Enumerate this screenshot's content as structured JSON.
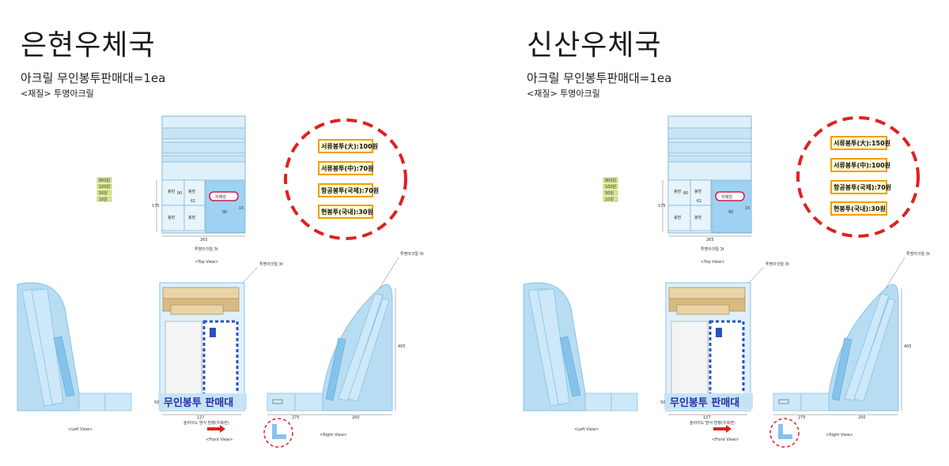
{
  "panels": [
    {
      "title": "은현우체국",
      "subtitle": "아크릴 무인봉투판매대=1ea",
      "material": "<재질> 투명아크릴",
      "prices": [
        "서류봉투(大):100원",
        "서류봉투(中):70원",
        "항공봉투(국제):70원",
        "현봉투(국내):30원"
      ],
      "sale_sign": "자매엄",
      "banner": "무인봉투 판매대"
    },
    {
      "title": "신산우체국",
      "subtitle": "아크릴 무인봉투판매대=1ea",
      "material": "<재질> 투명아크릴",
      "prices": [
        "서류봉투(大):150원",
        "서류봉투(中):100원",
        "항공봉투(국제):70원",
        "현봉투(국내):30원"
      ],
      "sale_sign": "자매엄",
      "banner": "무인봉투 판매대"
    }
  ],
  "views": {
    "top": "<Top View>",
    "front": "<Front View>",
    "left": "<Left View>",
    "right": "<Right View>"
  },
  "dimensions": {
    "width": "265",
    "depth": "175",
    "height": "405",
    "base": "50",
    "slot": "127",
    "right_base": "275",
    "right_depth": "200",
    "cell_a": "80",
    "cell_b": "61",
    "cell_c": "90",
    "cell_d": "15"
  },
  "notes": {
    "acrylic_3t": "투명아크릴 3t",
    "slide_note": "슬라이드 방식 방향(우측면)"
  },
  "cell_labels": [
    "봉편",
    "봉편",
    "봉편",
    "봉편"
  ],
  "stock_labels": [
    "800원",
    "100원",
    "50원",
    "10원"
  ],
  "colors": {
    "acrylic": "#b8dcf2",
    "acrylic_dark": "#86c3ea",
    "dashed_red": "#e02020",
    "price_border": "#f0a000",
    "banner_text": "#2230a8"
  }
}
